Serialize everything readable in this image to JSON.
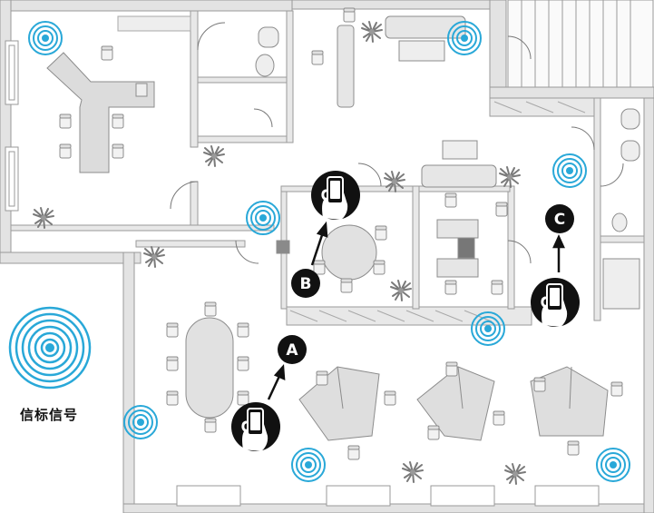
{
  "legend": {
    "label": "信标信号",
    "icon": "beacon-signal-icon",
    "color": "#29a8d8"
  },
  "markers": [
    {
      "id": "A",
      "label": "A"
    },
    {
      "id": "B",
      "label": "B"
    },
    {
      "id": "C",
      "label": "C"
    }
  ],
  "colors": {
    "wall": "#e3e3e3",
    "wall_stroke": "#9a9a9a",
    "furniture": "#d8d8d8",
    "beacon": "#29a8d8",
    "marker": "#111111"
  }
}
